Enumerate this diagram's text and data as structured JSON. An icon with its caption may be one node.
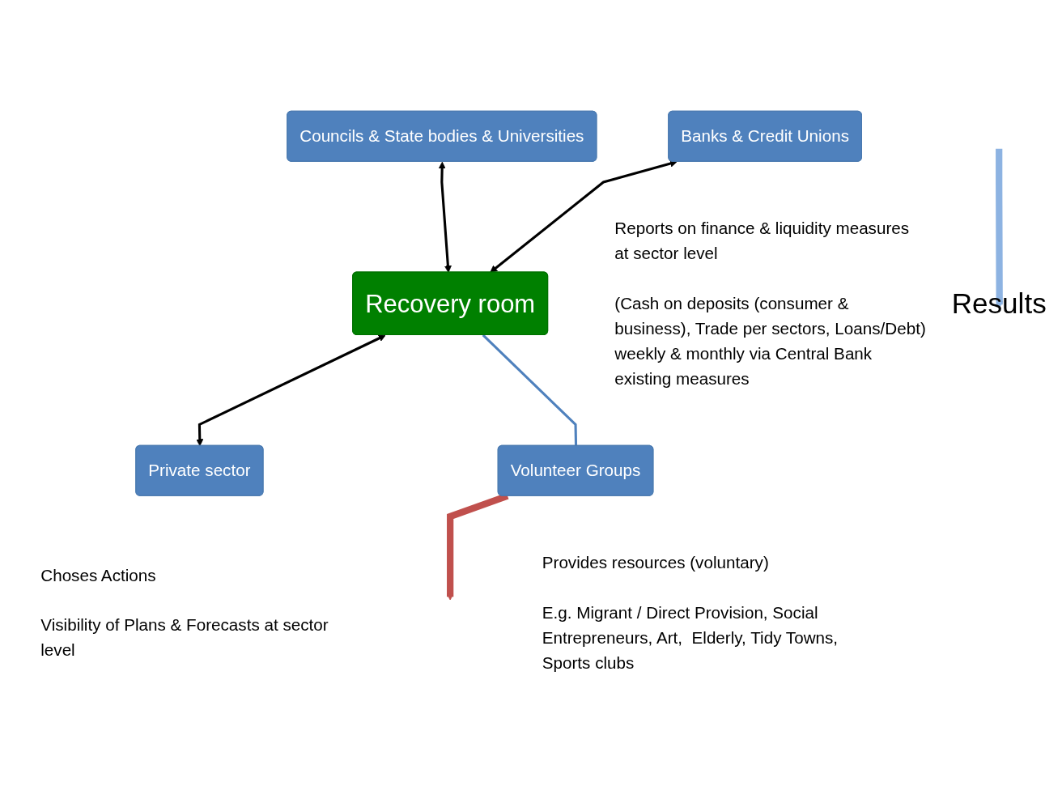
{
  "diagram": {
    "nodes": [
      {
        "text": [
          "Banks & Credit Unions"
        ],
        "beside": [
          "Reports on finance & liquidity measures at sector level",
          "(Cash on deposits (consumer & business), Trade per sectors, Loans/Debt) weekly & monthly via Central Bank existing measures"
        ]
      },
      {
        "text": [
          "Councils & State bodies & Universities"
        ]
      },
      {
        "text": [
          "Recovery room"
        ]
      },
      {
        "text": [
          "Private sector"
        ],
        "beside": [
          "Choses Actions",
          "Visibility of Plans & Forecasts at sector level"
        ]
      },
      {
        "text": [
          "Volunteer Groups"
        ],
        "beside": [
          "Provides resources (voluntary)",
          "E.g. Migrant / Direct Provision, Social Entrepreneurs, Art,  Elderly, Tidy Towns, Sports clubs"
        ]
      },
      {
        "text": [
          "Results"
        ]
      }
    ],
    "edges": [
      {
        "from": 0,
        "to": 2,
        "arrow": "both"
      },
      {
        "from": 1,
        "to": 2,
        "arrow": "both"
      },
      {
        "from": 2,
        "to": 3,
        "arrow": "both"
      },
      {
        "from": 2,
        "to": 4,
        "arrow": "none",
        "color": "#4f81bd"
      },
      {
        "from": 4,
        "to": null,
        "arrow": "to",
        "style": "thick",
        "color": "#c0504d"
      },
      {
        "from": null,
        "to": 5,
        "arrow": "to",
        "style": "thick",
        "color": "#8db3e2"
      }
    ]
  }
}
